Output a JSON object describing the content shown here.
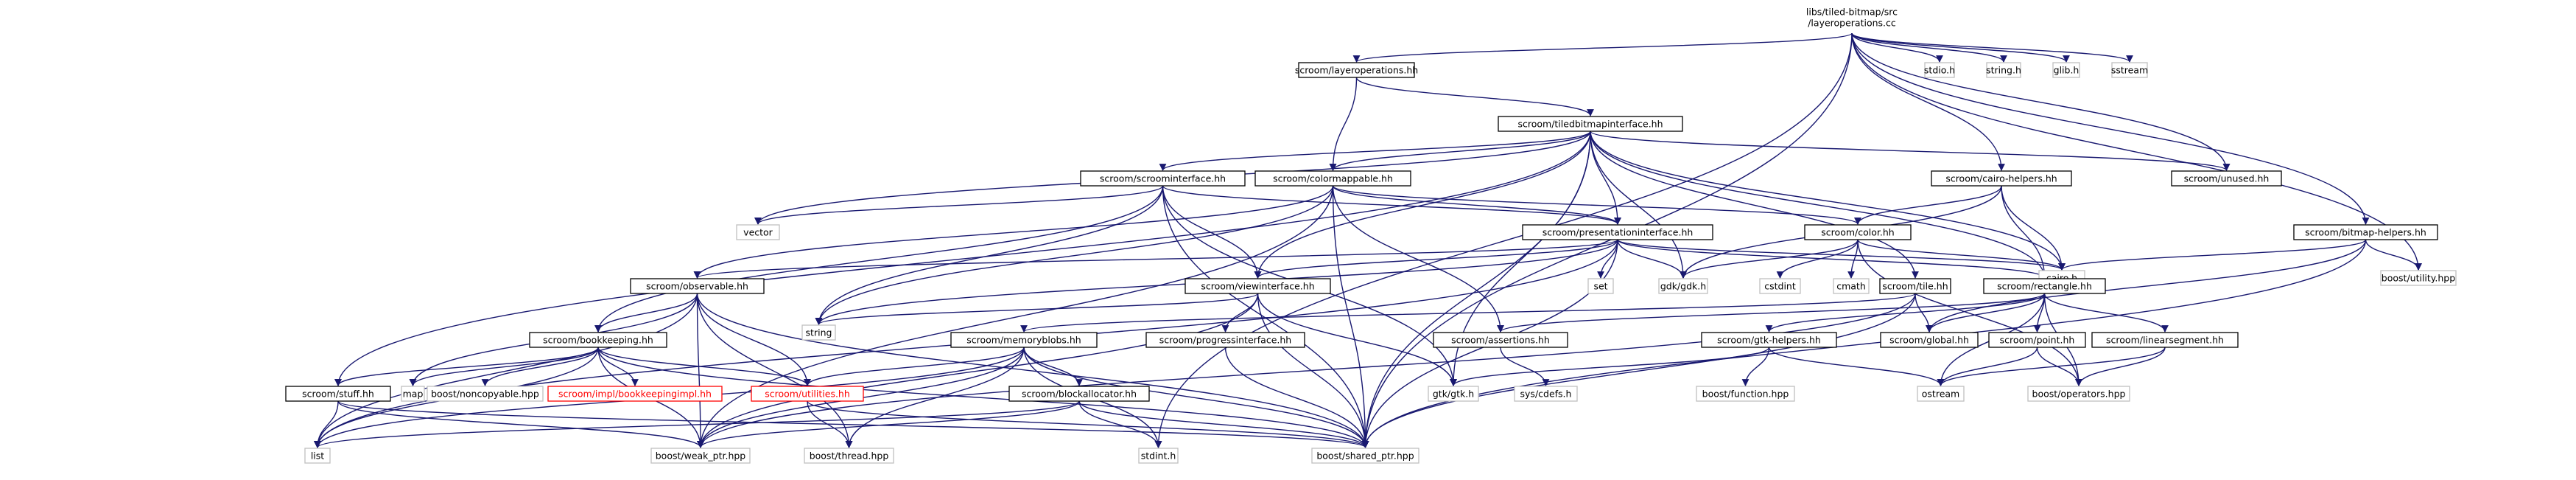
{
  "colors": {
    "edge": "#191970",
    "root_fill": "#bfbfbf",
    "missing": "#ff0000"
  },
  "nodes": [
    {
      "id": "root",
      "label": "libs/tiled-bitmap/src\n/layeroperations.cc",
      "kind": "root"
    },
    {
      "id": "layerops_hh",
      "label": "scroom/layeroperations.hh",
      "kind": "doc"
    },
    {
      "id": "stdio",
      "label": "stdio.h",
      "kind": "nodoc"
    },
    {
      "id": "string_h",
      "label": "string.h",
      "kind": "nodoc"
    },
    {
      "id": "glib",
      "label": "glib.h",
      "kind": "nodoc"
    },
    {
      "id": "sstream",
      "label": "sstream",
      "kind": "nodoc"
    },
    {
      "id": "tbi",
      "label": "scroom/tiledbitmapinterface.hh",
      "kind": "doc"
    },
    {
      "id": "scrollif",
      "label": "scroom/scroominterface.hh",
      "kind": "doc"
    },
    {
      "id": "colormap",
      "label": "scroom/colormappable.hh",
      "kind": "doc"
    },
    {
      "id": "cairohelp",
      "label": "scroom/cairo-helpers.hh",
      "kind": "doc"
    },
    {
      "id": "unused",
      "label": "scroom/unused.hh",
      "kind": "doc"
    },
    {
      "id": "bitmaphelp",
      "label": "scroom/bitmap-helpers.hh",
      "kind": "doc"
    },
    {
      "id": "vector",
      "label": "vector",
      "kind": "nodoc"
    },
    {
      "id": "presif",
      "label": "scroom/presentationinterface.hh",
      "kind": "doc"
    },
    {
      "id": "color",
      "label": "scroom/color.hh",
      "kind": "doc"
    },
    {
      "id": "cairo",
      "label": "cairo.h",
      "kind": "nodoc"
    },
    {
      "id": "boostutil",
      "label": "boost/utility.hpp",
      "kind": "nodoc"
    },
    {
      "id": "observable",
      "label": "scroom/observable.hh",
      "kind": "doc"
    },
    {
      "id": "viewif",
      "label": "scroom/viewinterface.hh",
      "kind": "doc"
    },
    {
      "id": "set",
      "label": "set",
      "kind": "nodoc"
    },
    {
      "id": "gdk",
      "label": "gdk/gdk.h",
      "kind": "nodoc"
    },
    {
      "id": "cstdint",
      "label": "cstdint",
      "kind": "nodoc"
    },
    {
      "id": "cmath",
      "label": "cmath",
      "kind": "nodoc"
    },
    {
      "id": "tile",
      "label": "scroom/tile.hh",
      "kind": "doc"
    },
    {
      "id": "rectangle",
      "label": "scroom/rectangle.hh",
      "kind": "doc"
    },
    {
      "id": "string",
      "label": "string",
      "kind": "nodoc"
    },
    {
      "id": "memblobs",
      "label": "scroom/memoryblobs.hh",
      "kind": "doc"
    },
    {
      "id": "progressif",
      "label": "scroom/progressinterface.hh",
      "kind": "doc"
    },
    {
      "id": "assertions",
      "label": "scroom/assertions.hh",
      "kind": "doc"
    },
    {
      "id": "global",
      "label": "scroom/global.hh",
      "kind": "doc"
    },
    {
      "id": "gtkhelp",
      "label": "scroom/gtk-helpers.hh",
      "kind": "doc"
    },
    {
      "id": "point",
      "label": "scroom/point.hh",
      "kind": "doc"
    },
    {
      "id": "linseg",
      "label": "scroom/linearsegment.hh",
      "kind": "doc"
    },
    {
      "id": "bookkeeping",
      "label": "scroom/bookkeeping.hh",
      "kind": "doc"
    },
    {
      "id": "map",
      "label": "map",
      "kind": "nodoc"
    },
    {
      "id": "noncopy",
      "label": "boost/noncopyable.hpp",
      "kind": "nodoc"
    },
    {
      "id": "bkimpl",
      "label": "scroom/impl/bookkeepingimpl.hh",
      "kind": "missing"
    },
    {
      "id": "utilities",
      "label": "scroom/utilities.hh",
      "kind": "missing"
    },
    {
      "id": "blockalloc",
      "label": "scroom/blockallocator.hh",
      "kind": "doc"
    },
    {
      "id": "gtk",
      "label": "gtk/gtk.h",
      "kind": "nodoc"
    },
    {
      "id": "syscdefs",
      "label": "sys/cdefs.h",
      "kind": "nodoc"
    },
    {
      "id": "boostfunc",
      "label": "boost/function.hpp",
      "kind": "nodoc"
    },
    {
      "id": "ostream",
      "label": "ostream",
      "kind": "nodoc"
    },
    {
      "id": "boostops",
      "label": "boost/operators.hpp",
      "kind": "nodoc"
    },
    {
      "id": "stuff",
      "label": "scroom/stuff.hh",
      "kind": "doc"
    },
    {
      "id": "list",
      "label": "list",
      "kind": "nodoc"
    },
    {
      "id": "weakptr",
      "label": "boost/weak_ptr.hpp",
      "kind": "nodoc"
    },
    {
      "id": "thread",
      "label": "boost/thread.hpp",
      "kind": "nodoc"
    },
    {
      "id": "stdint",
      "label": "stdint.h",
      "kind": "nodoc"
    },
    {
      "id": "sharedptr",
      "label": "boost/shared_ptr.hpp",
      "kind": "nodoc"
    }
  ],
  "edges": [
    [
      "root",
      "layerops_hh"
    ],
    [
      "root",
      "stdio"
    ],
    [
      "root",
      "string_h"
    ],
    [
      "root",
      "glib"
    ],
    [
      "root",
      "sstream"
    ],
    [
      "root",
      "cairohelp"
    ],
    [
      "root",
      "unused"
    ],
    [
      "root",
      "bitmaphelp"
    ],
    [
      "root",
      "boostutil"
    ],
    [
      "root",
      "stdint"
    ],
    [
      "root",
      "sharedptr"
    ],
    [
      "layerops_hh",
      "tbi"
    ],
    [
      "layerops_hh",
      "colormap"
    ],
    [
      "tbi",
      "scrollif"
    ],
    [
      "tbi",
      "colormap"
    ],
    [
      "tbi",
      "presif"
    ],
    [
      "tbi",
      "unused"
    ],
    [
      "tbi",
      "cairo"
    ],
    [
      "tbi",
      "vector"
    ],
    [
      "tbi",
      "viewif"
    ],
    [
      "tbi",
      "gdk"
    ],
    [
      "tbi",
      "tile"
    ],
    [
      "tbi",
      "rectangle"
    ],
    [
      "tbi",
      "gtk"
    ],
    [
      "tbi",
      "sharedptr"
    ],
    [
      "tbi",
      "stuff"
    ],
    [
      "scrollif",
      "vector"
    ],
    [
      "scrollif",
      "presif"
    ],
    [
      "scrollif",
      "viewif"
    ],
    [
      "scrollif",
      "string"
    ],
    [
      "scrollif",
      "gtk"
    ],
    [
      "scrollif",
      "bookkeeping"
    ],
    [
      "scrollif",
      "sharedptr"
    ],
    [
      "colormap",
      "presif"
    ],
    [
      "colormap",
      "color"
    ],
    [
      "colormap",
      "observable"
    ],
    [
      "colormap",
      "assertions"
    ],
    [
      "colormap",
      "string"
    ],
    [
      "colormap",
      "sharedptr"
    ],
    [
      "colormap",
      "weakptr"
    ],
    [
      "cairohelp",
      "color"
    ],
    [
      "cairohelp",
      "rectangle"
    ],
    [
      "cairohelp",
      "cairo"
    ],
    [
      "cairohelp",
      "gdk"
    ],
    [
      "bitmaphelp",
      "cairo"
    ],
    [
      "bitmaphelp",
      "boostutil"
    ],
    [
      "bitmaphelp",
      "sharedptr"
    ],
    [
      "bitmaphelp",
      "global"
    ],
    [
      "presif",
      "observable"
    ],
    [
      "presif",
      "viewif"
    ],
    [
      "presif",
      "rectangle"
    ],
    [
      "presif",
      "set"
    ],
    [
      "presif",
      "gdk"
    ],
    [
      "presif",
      "cairo"
    ],
    [
      "presif",
      "sharedptr"
    ],
    [
      "presif",
      "string"
    ],
    [
      "presif",
      "list"
    ],
    [
      "color",
      "cairo"
    ],
    [
      "color",
      "gdk"
    ],
    [
      "color",
      "cstdint"
    ],
    [
      "color",
      "cmath"
    ],
    [
      "color",
      "boostops"
    ],
    [
      "observable",
      "bookkeeping"
    ],
    [
      "observable",
      "utilities"
    ],
    [
      "observable",
      "list"
    ],
    [
      "observable",
      "map"
    ],
    [
      "observable",
      "thread"
    ],
    [
      "observable",
      "weakptr"
    ],
    [
      "observable",
      "sharedptr"
    ],
    [
      "viewif",
      "progressif"
    ],
    [
      "viewif",
      "gtk"
    ],
    [
      "viewif",
      "string"
    ],
    [
      "viewif",
      "weakptr"
    ],
    [
      "viewif",
      "sharedptr"
    ],
    [
      "tile",
      "memblobs"
    ],
    [
      "tile",
      "global"
    ],
    [
      "tile",
      "weakptr"
    ],
    [
      "tile",
      "sharedptr"
    ],
    [
      "rectangle",
      "assertions"
    ],
    [
      "rectangle",
      "gtkhelp"
    ],
    [
      "rectangle",
      "point"
    ],
    [
      "rectangle",
      "linseg"
    ],
    [
      "rectangle",
      "ostream"
    ],
    [
      "rectangle",
      "boostops"
    ],
    [
      "rectangle",
      "global"
    ],
    [
      "memblobs",
      "utilities"
    ],
    [
      "memblobs",
      "blockalloc"
    ],
    [
      "memblobs",
      "list"
    ],
    [
      "memblobs",
      "stdint"
    ],
    [
      "memblobs",
      "thread"
    ],
    [
      "memblobs",
      "weakptr"
    ],
    [
      "memblobs",
      "sharedptr"
    ],
    [
      "progressif",
      "sharedptr"
    ],
    [
      "assertions",
      "syscdefs"
    ],
    [
      "gtkhelp",
      "boostfunc"
    ],
    [
      "gtkhelp",
      "gtk"
    ],
    [
      "gtkhelp",
      "ostream"
    ],
    [
      "point",
      "ostream"
    ],
    [
      "point",
      "boostops"
    ],
    [
      "linseg",
      "ostream"
    ],
    [
      "linseg",
      "boostops"
    ],
    [
      "bookkeeping",
      "map"
    ],
    [
      "bookkeeping",
      "noncopy"
    ],
    [
      "bookkeeping",
      "bkimpl"
    ],
    [
      "bookkeeping",
      "utilities"
    ],
    [
      "bookkeeping",
      "stuff"
    ],
    [
      "bookkeeping",
      "list"
    ],
    [
      "bookkeeping",
      "weakptr"
    ],
    [
      "bookkeeping",
      "sharedptr"
    ],
    [
      "utilities",
      "thread"
    ],
    [
      "utilities",
      "sharedptr"
    ],
    [
      "blockalloc",
      "list"
    ],
    [
      "blockalloc",
      "stdint"
    ],
    [
      "blockalloc",
      "weakptr"
    ],
    [
      "blockalloc",
      "sharedptr"
    ],
    [
      "stuff",
      "list"
    ],
    [
      "stuff",
      "weakptr"
    ],
    [
      "stuff",
      "sharedptr"
    ]
  ]
}
